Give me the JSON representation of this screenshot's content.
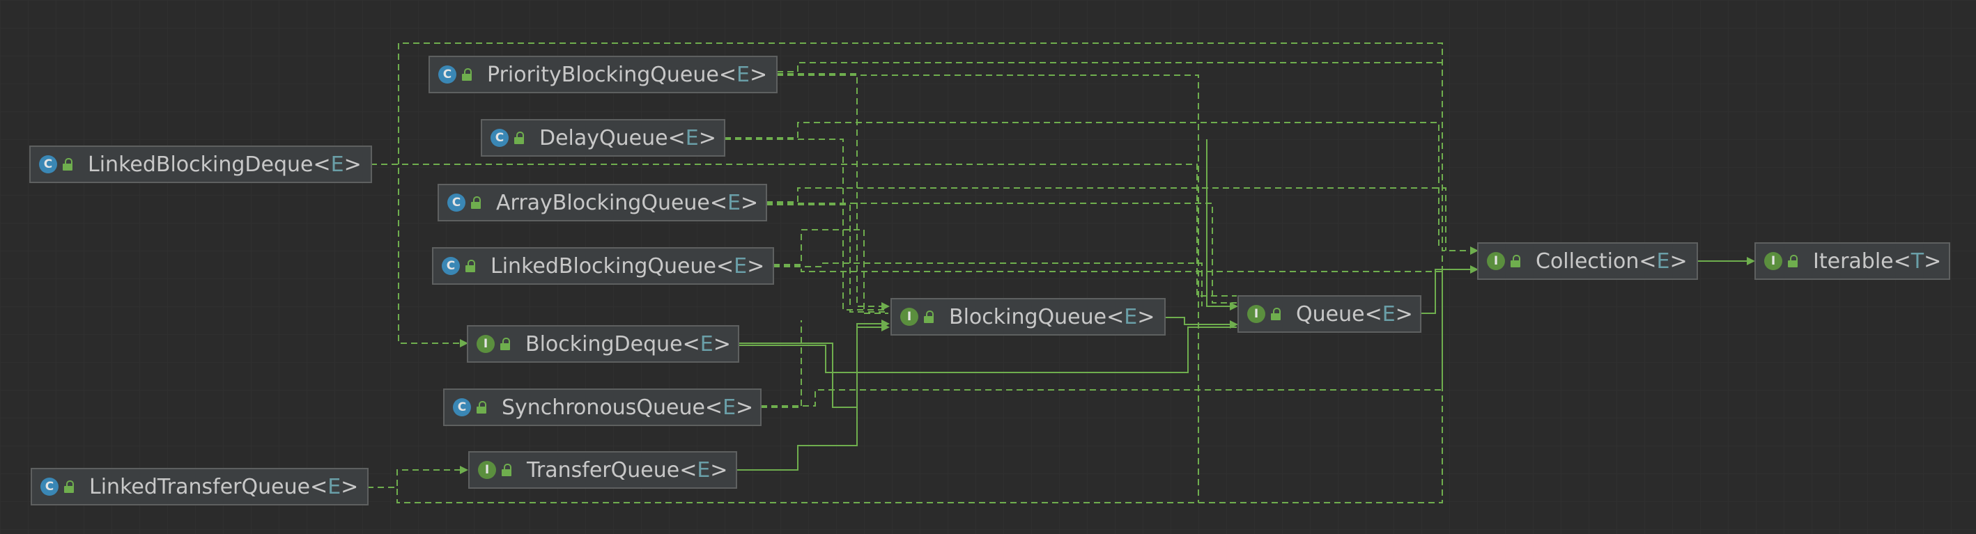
{
  "nodes": {
    "linked_blocking_deque": {
      "kind": "C",
      "name": "LinkedBlockingDeque",
      "lt": "<",
      "param": "E",
      "gt": ">"
    },
    "linked_transfer_queue": {
      "kind": "C",
      "name": "LinkedTransferQueue",
      "lt": "<",
      "param": "E",
      "gt": ">"
    },
    "priority_blocking_queue": {
      "kind": "C",
      "name": "PriorityBlockingQueue",
      "lt": "<",
      "param": "E",
      "gt": ">"
    },
    "delay_queue": {
      "kind": "C",
      "name": "DelayQueue",
      "lt": "<",
      "param": "E",
      "gt": ">"
    },
    "array_blocking_queue": {
      "kind": "C",
      "name": "ArrayBlockingQueue",
      "lt": "<",
      "param": "E",
      "gt": ">"
    },
    "linked_blocking_queue": {
      "kind": "C",
      "name": "LinkedBlockingQueue",
      "lt": "<",
      "param": "E",
      "gt": ">"
    },
    "blocking_deque": {
      "kind": "I",
      "name": "BlockingDeque",
      "lt": "<",
      "param": "E",
      "gt": ">"
    },
    "synchronous_queue": {
      "kind": "C",
      "name": "SynchronousQueue",
      "lt": "<",
      "param": "E",
      "gt": ">"
    },
    "transfer_queue": {
      "kind": "I",
      "name": "TransferQueue",
      "lt": "<",
      "param": "E",
      "gt": ">"
    },
    "blocking_queue": {
      "kind": "I",
      "name": "BlockingQueue",
      "lt": "<",
      "param": "E",
      "gt": ">"
    },
    "queue": {
      "kind": "I",
      "name": "Queue",
      "lt": "<",
      "param": "E",
      "gt": ">"
    },
    "collection": {
      "kind": "I",
      "name": "Collection",
      "lt": "<",
      "param": "E",
      "gt": ">"
    },
    "iterable": {
      "kind": "I",
      "name": "Iterable",
      "lt": "<",
      "param": "T",
      "gt": ">"
    }
  },
  "colors": {
    "background": "#2b2b2b",
    "node_fill": "#3c3f41",
    "node_border": "#5e6060",
    "text": "#c8c8c8",
    "type_param": "#6a9fa8",
    "class_badge": "#3a87b5",
    "interface_badge": "#5b8f3e",
    "edge": "#6fae4e"
  }
}
